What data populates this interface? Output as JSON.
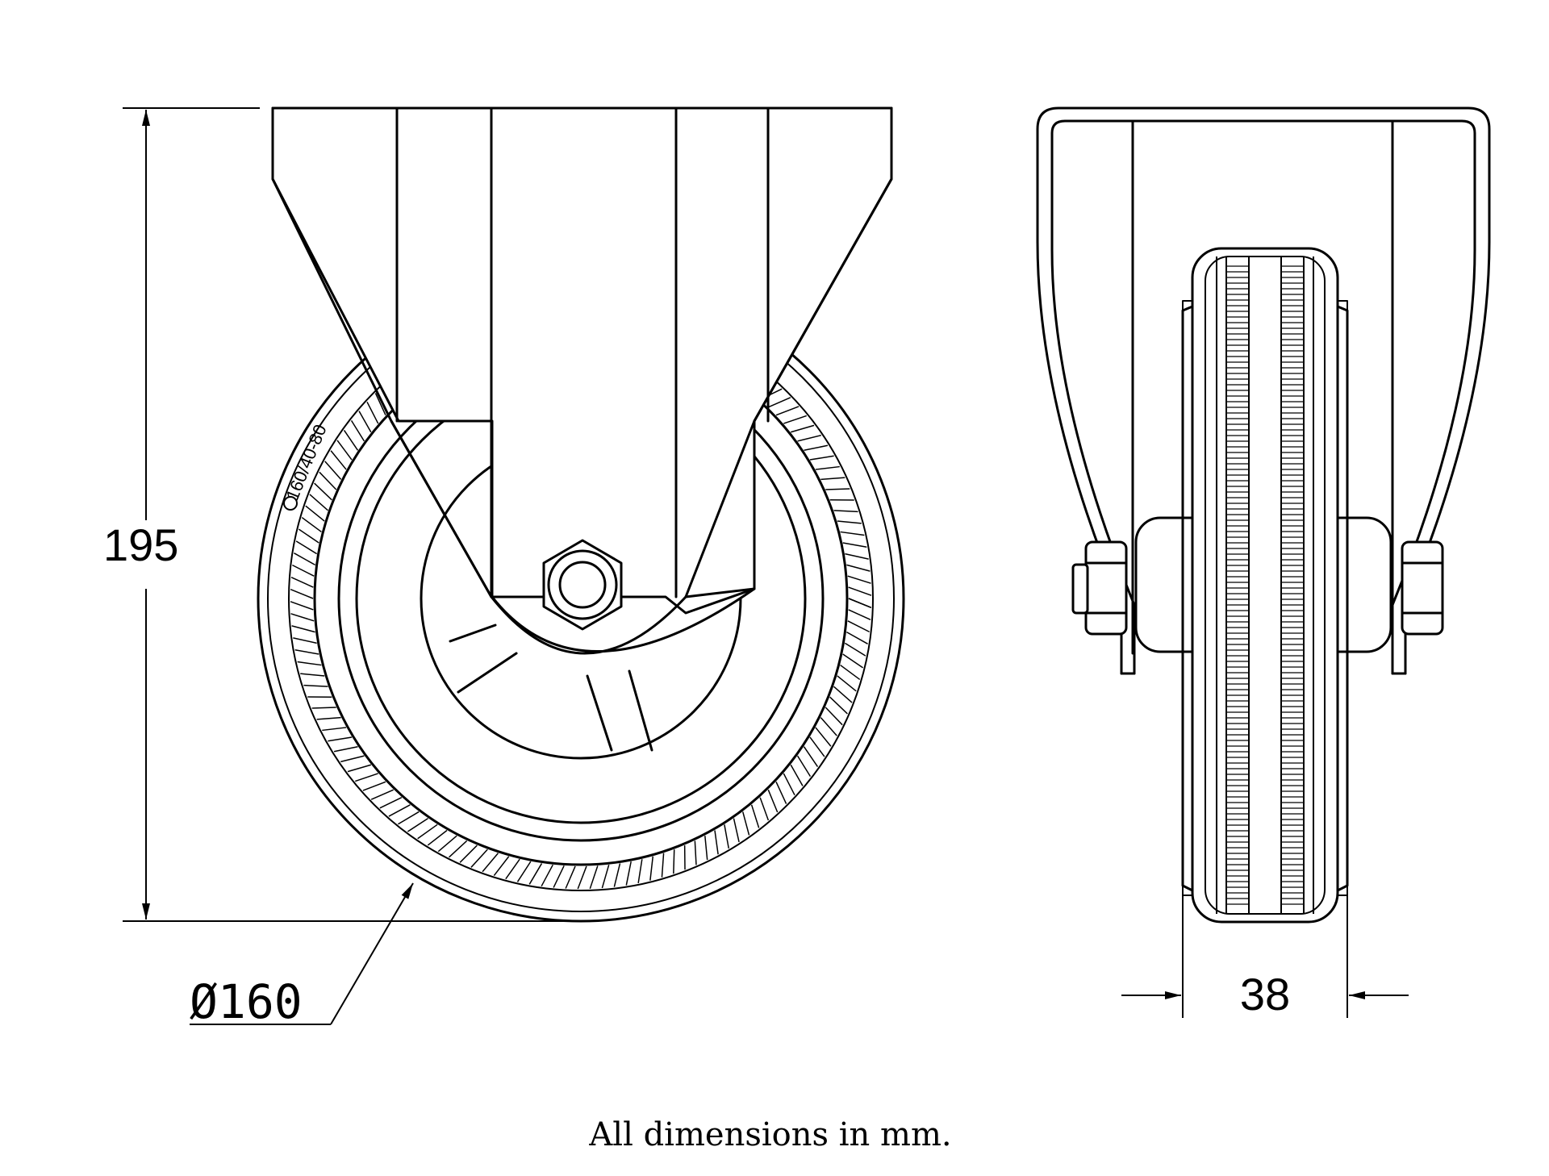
{
  "dimensions": {
    "height": "195",
    "diameter": "Ø160",
    "width": "38"
  },
  "tire_marking": "160/40-80",
  "note": "All dimensions in mm."
}
